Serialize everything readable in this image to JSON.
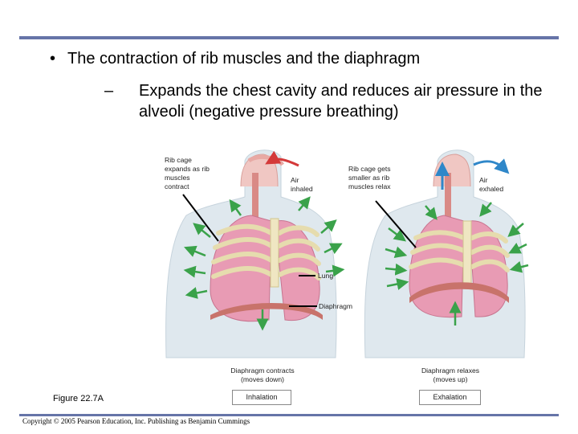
{
  "slide": {
    "bullet": "The contraction of rib muscles and the diaphragm",
    "bullet_marker": "•",
    "sub_marker": "–",
    "sub_bullet": "Expands the chest cavity and reduces air pressure in the alveoli (negative pressure breathing)"
  },
  "figure": {
    "labels": {
      "rib_cage_expands": "Rib cage expands as rib muscles contract",
      "air_inhaled": "Air inhaled",
      "rib_cage_smaller": "Rib cage gets smaller as rib muscles relax",
      "air_exhaled": "Air exhaled",
      "lung": "Lung",
      "diaphragm": "Diaphragm",
      "diaphragm_contracts": "Diaphragm contracts (moves down)",
      "diaphragm_relaxes": "Diaphragm relaxes (moves up)",
      "inhalation": "Inhalation",
      "exhalation": "Exhalation"
    },
    "colors": {
      "skin": "#dfe8ee",
      "lung": "#e89bb4",
      "lung_shadow": "#c8748f",
      "rib": "#e6dcae",
      "diaphragm": "#c8736b",
      "muscle_arrow": "#3aa24a",
      "inhale_arrow": "#d43a3a",
      "exhale_arrow": "#2f87c9"
    },
    "caption": "Figure 22.7A"
  },
  "footer": {
    "copyright": "Copyright © 2005 Pearson Education, Inc. Publishing as Benjamin Cummings"
  }
}
